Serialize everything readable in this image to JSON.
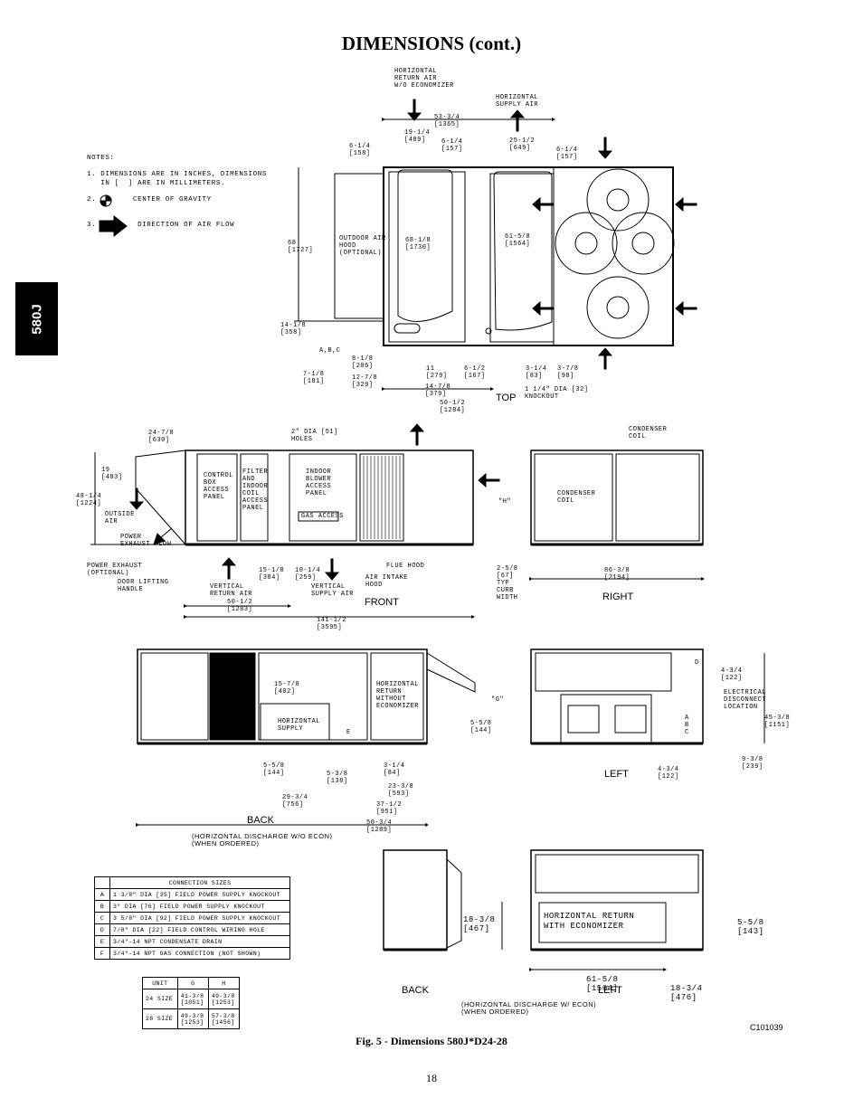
{
  "page": {
    "title": "DIMENSIONS (cont.)",
    "side_tab": "580J",
    "figure_caption": "Fig. 5 - Dimensions 580J*D24-28",
    "figure_code": "C101039",
    "page_number": "18"
  },
  "notes": {
    "heading": "NOTES:",
    "items": [
      "1. DIMENSIONS ARE IN INCHES, DIMENSIONS",
      "   IN [  ] ARE IN MILLIMETERS.",
      "2.        CENTER OF GRAVITY",
      "3.         DIRECTION OF AIR FLOW"
    ]
  },
  "views": {
    "top": "TOP",
    "front": "FRONT",
    "right": "RIGHT",
    "back": "BACK",
    "left": "LEFT",
    "back2": "BACK",
    "left2": "LEFT",
    "back_sub": "(HORIZONTAL DISCHARGE W/O ECON)\n(WHEN ORDERED)",
    "left2_sub": "(HORIZONTAL DISCHARGE W/ ECON)\n(WHEN ORDERED)"
  },
  "top_labels": {
    "hr_wo_econ": "HORIZONTAL\nRETURN AIR\nW/O ECONOMIZER",
    "hs_air": "HORIZONTAL\nSUPPLY AIR",
    "d53": "53-3/4\n[1365]",
    "d19": "19-1/4\n[489]",
    "d6a": "6-1/4\n[158]",
    "d6b": "6-1/4\n[157]",
    "d25": "25-1/2\n[649]",
    "d6c": "6-1/4\n[157]",
    "d68": "68\n[1727]",
    "hood": "OUTDOOR AIR\nHOOD\n(OPTIONAL)",
    "d68b": "68-1/8\n[1730]",
    "d61": "61-5/8\n[1564]",
    "d14": "14-1/8\n[358]",
    "abc": "A,B,C",
    "d8": "8-1/8\n[206]",
    "d7": "7-1/8\n[181]",
    "d12": "12-7/8\n[329]",
    "d11": "11\n[279]",
    "d6d": "6-1/2\n[167]",
    "d14b": "14-7/8\n[379]",
    "d50": "50-1/2\n[1284]",
    "d3a": "3-1/4\n[83]",
    "d3b": "3-7/8\n[98]",
    "knock": "1 1/4\" DIA [32]\nKNOCKOUT"
  },
  "front_labels": {
    "d24": "24-7/8\n[630]",
    "holes": "2\" DIA [51]\nHOLES",
    "d19": "19\n[483]",
    "d48": "48-1/4\n[1224]",
    "outside": "OUTSIDE\nAIR",
    "exhaust": "POWER\nEXHAUST FLOW",
    "ctrl": "CONTROL\nBOX\nACCESS\nPANEL",
    "filter": "FILTER\nAND\nINDOOR\nCOIL\nACCESS\nPANEL",
    "blower": "INDOOR\nBLOWER\nACCESS\nPANEL",
    "gas": "GAS ACCESS",
    "h": "\"H\"",
    "pe_opt": "POWER EXHAUST\n(OPTIONAL)",
    "handle": "DOOR LIFTING\nHANDLE",
    "vra": "VERTICAL\nRETURN AIR",
    "vsa": "VERTICAL\nSUPPLY AIR",
    "d15": "15-1/8\n[384]",
    "d10": "10-1/4\n[259]",
    "flue": "FLUE HOOD",
    "intake": "AIR INTAKE\nHOOD",
    "d2": "2-5/8\n[67]\nTYP\nCURB\nWIDTH",
    "d50": "50-1/2\n[1283]",
    "d141": "141-1/2\n[3595]"
  },
  "right_labels": {
    "cc": "CONDENSER\nCOIL",
    "cc2": "CONDENSER\nCOIL",
    "d86": "86-3/8\n[2194]"
  },
  "back_labels": {
    "d15": "15-7/8\n[402]",
    "hs": "HORIZONTAL\nSUPPLY",
    "hr": "HORIZONTAL\nRETURN\nWITHOUT\nECONOMIZER",
    "g": "\"G\"",
    "e": "E",
    "d5a": "5-5/8\n[144]",
    "d5b": "5-5/8\n[144]",
    "d5c": "5-3/8\n[138]",
    "d3": "3-1/4\n[84]",
    "d23": "23-3/8\n[593]",
    "d29": "29-3/4\n[756]",
    "d37": "37-1/2\n[951]",
    "d50": "50-3/4\n[1289]"
  },
  "left_labels": {
    "d": "D",
    "d4a": "4-3/4\n[122]",
    "elec": "ELECTRICAL\nDISCONNECT\nLOCATION",
    "d45": "45-3/8\n[1151]",
    "abc": "A\nB\nC",
    "d9": "9-3/8\n[239]",
    "d4b": "4-3/4\n[122]"
  },
  "econ_labels": {
    "d18": "18-3/8\n[467]",
    "hre": "HORIZONTAL RETURN\nWITH ECONOMIZER",
    "d5": "5-5/8\n[143]",
    "d61": "61-5/8\n[1564]",
    "d18b": "18-3/4\n[476]"
  },
  "connection_table": {
    "header": "CONNECTION SIZES",
    "rows": [
      {
        "key": "A",
        "desc": "1 3/8\" DIA [35] FIELD POWER SUPPLY KNOCKOUT"
      },
      {
        "key": "B",
        "desc": "3\" DIA [76] FIELD POWER SUPPLY KNOCKOUT"
      },
      {
        "key": "C",
        "desc": "3 5/8\" DIA [92] FIELD POWER SUPPLY KNOCKOUT"
      },
      {
        "key": "D",
        "desc": "7/8\" DIA [22] FIELD CONTROL WIRING HOLE"
      },
      {
        "key": "E",
        "desc": "3/4\"-14 NPT CONDENSATE DRAIN"
      },
      {
        "key": "F",
        "desc": "3/4\"-14 NPT GAS CONNECTION (NOT SHOWN)"
      }
    ]
  },
  "unit_table": {
    "headers": [
      "UNIT",
      "G",
      "H"
    ],
    "rows": [
      {
        "unit": "24 SIZE",
        "g": "41-3/8\n[1051]",
        "h": "49-3/8\n[1253]"
      },
      {
        "unit": "28 SIZE",
        "g": "49-3/8\n[1253]",
        "h": "57-3/8\n[1456]"
      }
    ]
  }
}
